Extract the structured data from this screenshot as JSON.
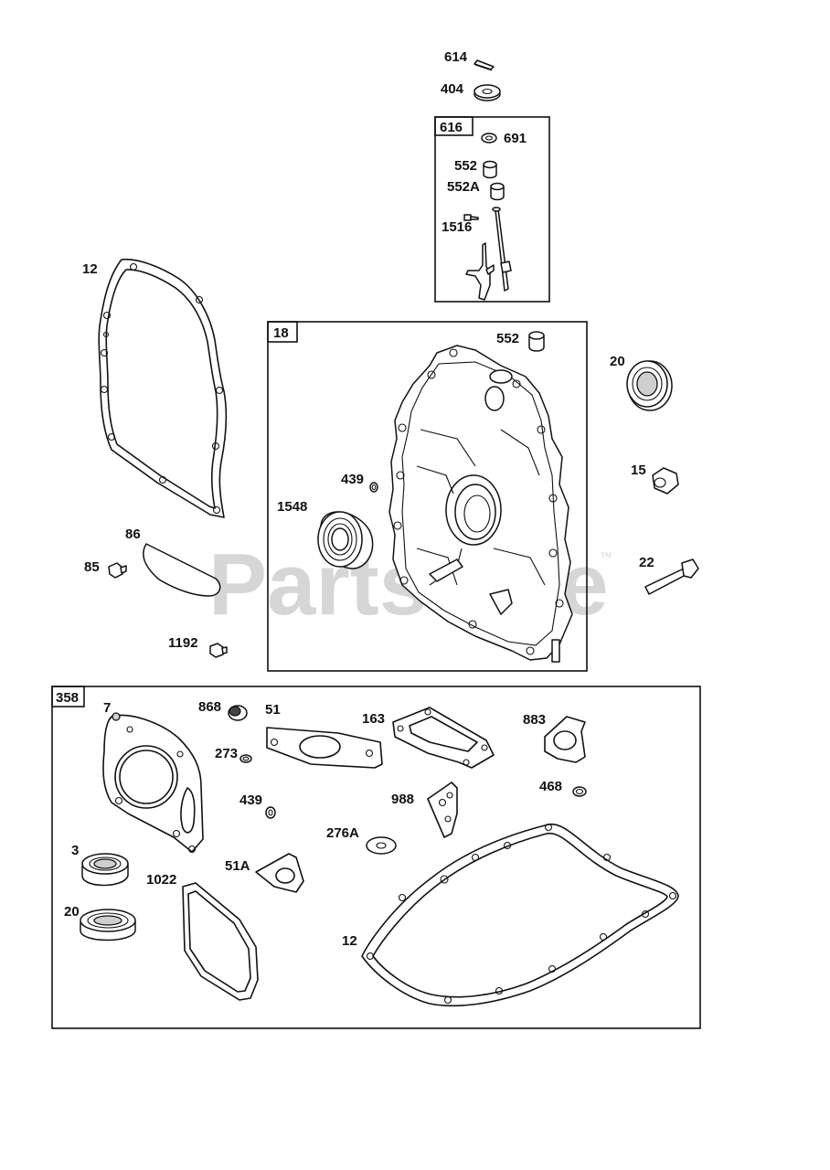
{
  "watermark": {
    "text": "PartsTree",
    "trademark": "™"
  },
  "groups": {
    "g616": "616",
    "g18": "18",
    "g358": "358"
  },
  "labels": {
    "p614": "614",
    "p404": "404",
    "p691": "691",
    "p552_a": "552",
    "p552A": "552A",
    "p1516": "1516",
    "p12_top": "12",
    "p552_b": "552",
    "p20_top": "20",
    "p439_top": "439",
    "p1548": "1548",
    "p15": "15",
    "p86": "86",
    "p85": "85",
    "p22": "22",
    "p1192": "1192",
    "p7": "7",
    "p868": "868",
    "p51": "51",
    "p163": "163",
    "p883": "883",
    "p273": "273",
    "p468": "468",
    "p439_bot": "439",
    "p988": "988",
    "p276A": "276A",
    "p3": "3",
    "p51A": "51A",
    "p1022": "1022",
    "p20_bot": "20",
    "p12_bot": "12"
  }
}
